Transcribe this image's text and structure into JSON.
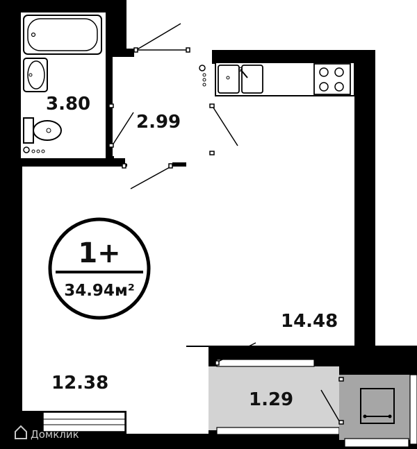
{
  "apartment": {
    "type_label": "1+",
    "total_area": "34.94м²"
  },
  "rooms": {
    "bathroom_area": "3.80",
    "hall_area": "2.99",
    "kitchen_living_area": "14.48",
    "bedroom_area": "12.38",
    "balcony_area": "1.29"
  },
  "watermark": {
    "text": "Домклик"
  },
  "colors": {
    "wall": "#000000",
    "floor": "#ffffff",
    "balcony_fill": "#d3d3d3",
    "shaft_fill": "#a6a6a6",
    "watermark": "#c9c9c9"
  }
}
